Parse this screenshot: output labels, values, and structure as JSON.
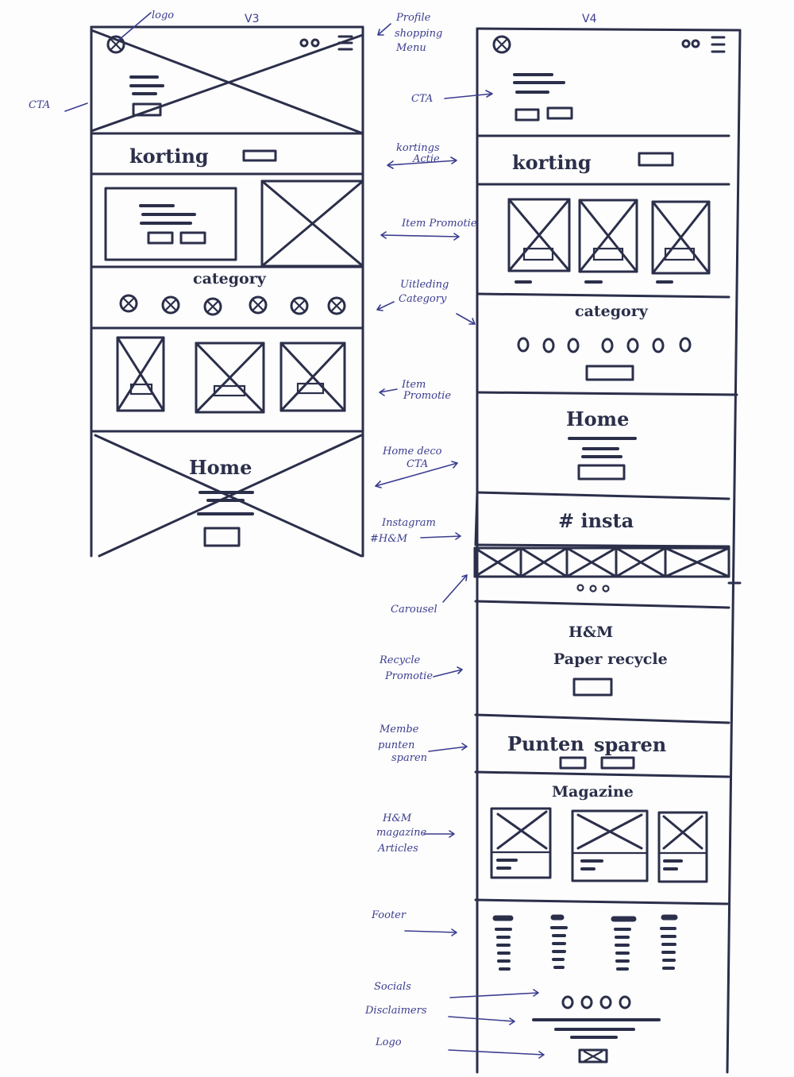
{
  "headings": {
    "v3": "V3",
    "v4": "V4"
  },
  "v3": {
    "korting": "korting",
    "category": "category",
    "home": "Home"
  },
  "v4": {
    "korting": "korting",
    "category": "category",
    "home": "Home",
    "insta": "# insta",
    "hm": "H&M",
    "paper_recycle": "Paper recycle",
    "punten": "Punten",
    "sparen": "sparen",
    "magazine": "Magazine"
  },
  "annotations": {
    "logo_top": "logo",
    "cta_left": "CTA",
    "profile_1": "Profile",
    "profile_2": "shopping",
    "profile_3": "Menu",
    "cta_mid": "CTA",
    "kortings_1": "kortings",
    "kortings_2": "Actie",
    "item_promotie_1a": "Item Promotie",
    "uitleg_1": "Uitleding",
    "uitleg_2": "Category",
    "item_promotie_2a": "Item",
    "item_promotie_2b": "Promotie",
    "home_deco_1": "Home deco",
    "home_deco_2": "CTA",
    "instagram_1": "Instagram",
    "instagram_2": "#H&M",
    "carousel": "Carousel",
    "recycle_1": "Recycle",
    "recycle_2": "Promotie",
    "member_1": "Membe",
    "member_2": "punten",
    "member_3": "sparen",
    "magazine_1": "H&M",
    "magazine_2": "magazine",
    "magazine_3": "Articles",
    "footer": "Footer",
    "socials": "Socials",
    "disclaimers": "Disclaimers",
    "logo_bottom": "Logo"
  },
  "colors": {
    "ink": "#2b2f4a",
    "pen": "#3b3d8f",
    "paper": "#fdfdfd"
  }
}
